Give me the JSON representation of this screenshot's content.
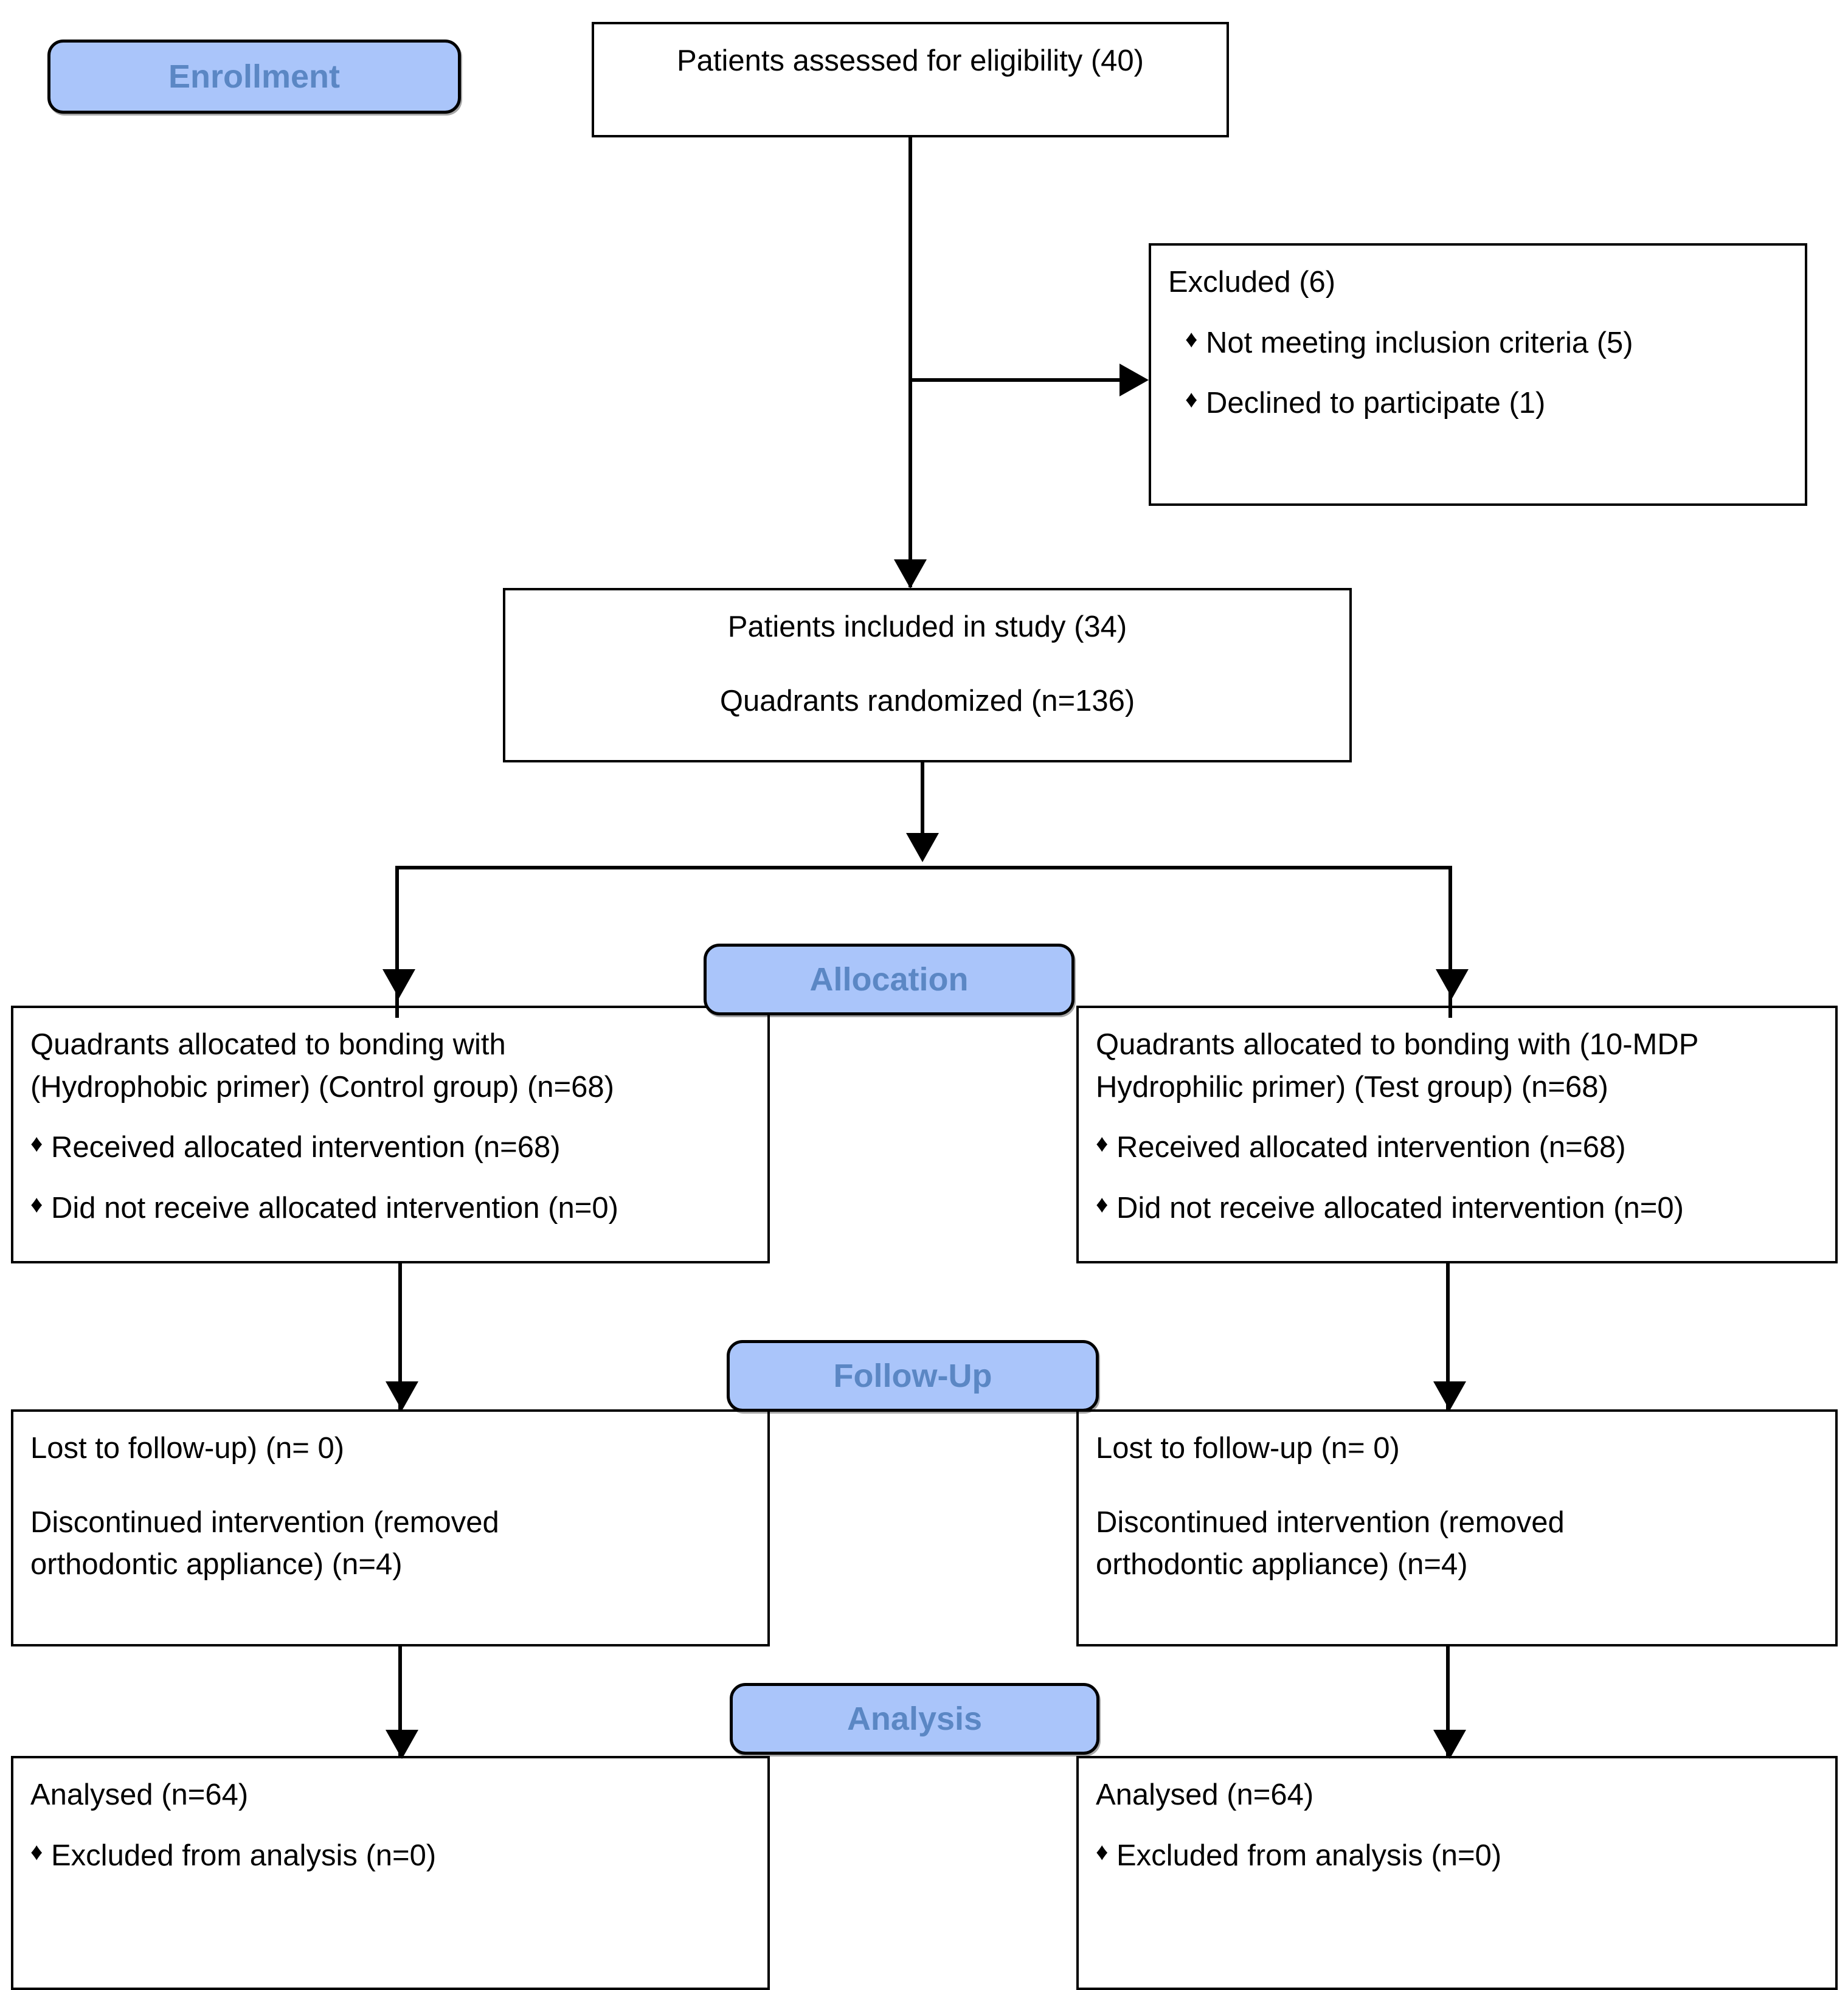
{
  "diagram": {
    "title": "CONSORT participant flow diagram",
    "colors": {
      "stage_fill": "#aac5fa",
      "stage_text": "#5b87c4",
      "box_border": "#000000",
      "box_fill": "#ffffff",
      "connector": "#000000"
    },
    "bullet_glyph": "♦"
  },
  "stages": {
    "enrollment": "Enrollment",
    "allocation": "Allocation",
    "followup": "Follow-Up",
    "analysis": "Analysis"
  },
  "enrollment": {
    "assessed": "Patients assessed for eligibility (40)",
    "excluded": {
      "heading": "Excluded (6)",
      "bullets": [
        "Not meeting inclusion criteria (5)",
        "Declined to participate (1)"
      ]
    },
    "included": {
      "line1": "Patients included in study (34)",
      "line2": "Quadrants randomized (n=136)"
    }
  },
  "allocation": {
    "left": {
      "line1": "Quadrants allocated to bonding with",
      "line2": "(Hydrophobic primer) (Control group) (n=68)",
      "bullets": [
        "Received allocated intervention (n=68)",
        "Did not receive allocated intervention (n=0)"
      ]
    },
    "right": {
      "line1": "Quadrants allocated to bonding with (10-MDP",
      "line2": "Hydrophilic primer) (Test group) (n=68)",
      "bullets": [
        "Received allocated intervention (n=68)",
        "Did not receive allocated intervention (n=0)"
      ]
    }
  },
  "followup": {
    "left": {
      "line1": "Lost to follow-up) (n= 0)",
      "line2": "Discontinued intervention (removed",
      "line3": "orthodontic appliance) (n=4)"
    },
    "right": {
      "line1": "Lost to follow-up (n= 0)",
      "line2": "Discontinued intervention (removed",
      "line3": "orthodontic appliance) (n=4)"
    }
  },
  "analysis": {
    "left": {
      "heading": "Analysed (n=64)",
      "bullets": [
        "Excluded from analysis (n=0)"
      ]
    },
    "right": {
      "heading": "Analysed (n=64)",
      "bullets": [
        "Excluded from analysis (n=0)"
      ]
    }
  }
}
